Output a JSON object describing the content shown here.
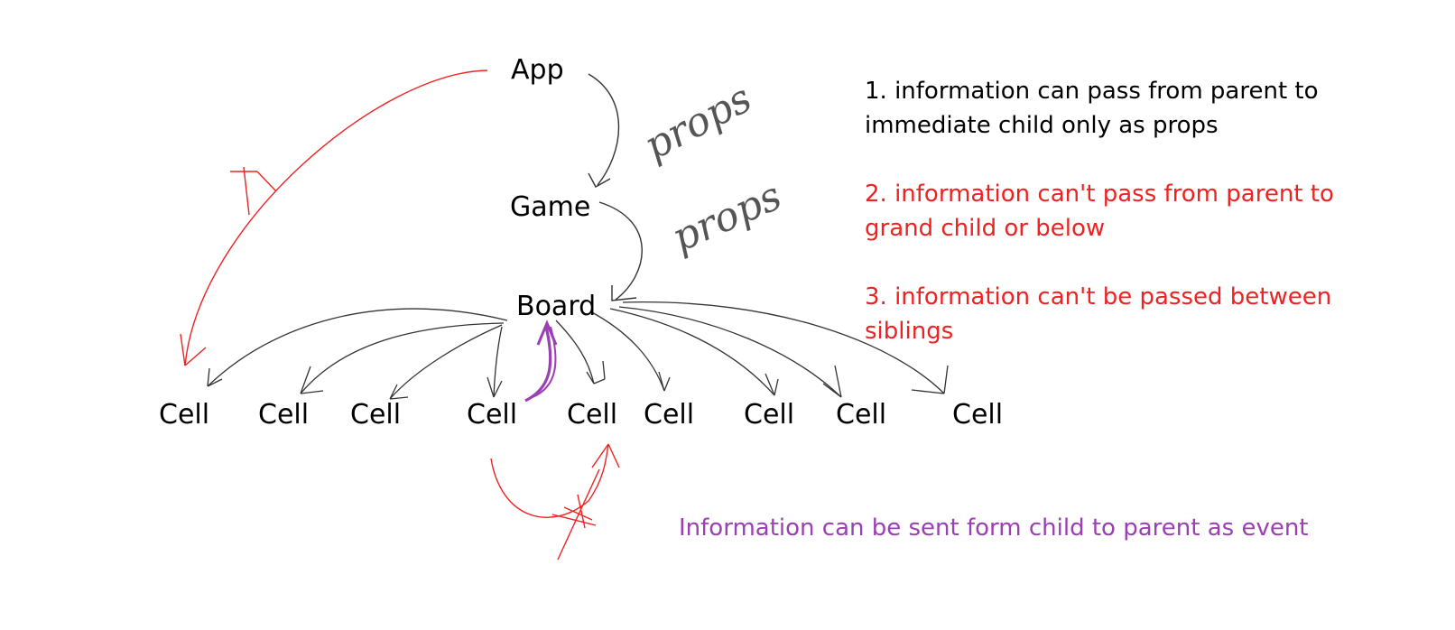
{
  "nodes": {
    "app": "App",
    "game": "Game",
    "board": "Board"
  },
  "cells": [
    "Cell",
    "Cell",
    "Cell",
    "Cell",
    "Cell",
    "Cell",
    "Cell",
    "Cell",
    "Cell"
  ],
  "edge_labels": {
    "app_to_game": "props",
    "game_to_board": "props"
  },
  "notes": {
    "note1_line1": "1. information can pass from parent to",
    "note1_line2": "immediate child only as props",
    "note2_line1": "2. information can't pass from parent to",
    "note2_line2": "grand child or below",
    "note3_line1": "3. information can't be passed between",
    "note3_line2": "siblings",
    "event_note": "Information can be sent form child to parent as event"
  },
  "colors": {
    "black": "#000000",
    "red": "#ee2222",
    "purple": "#9b3fb5",
    "arrow_gray": "#444444"
  }
}
